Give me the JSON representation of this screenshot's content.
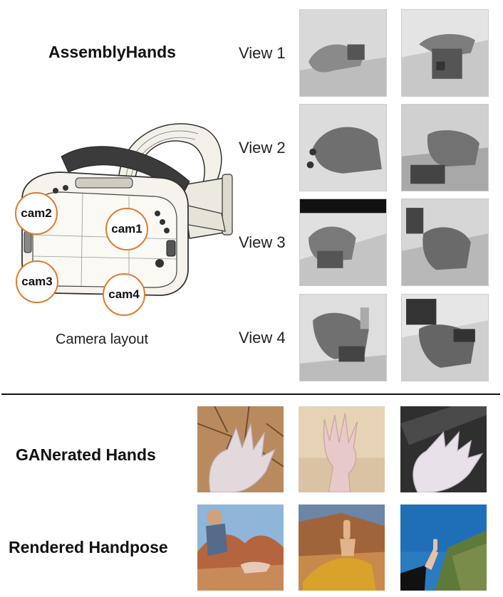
{
  "assembly": {
    "title": "AssemblyHands",
    "camera_caption": "Camera layout",
    "cameras": [
      {
        "label": "cam2"
      },
      {
        "label": "cam1"
      },
      {
        "label": "cam3"
      },
      {
        "label": "cam4"
      }
    ],
    "views": [
      {
        "label": "View 1"
      },
      {
        "label": "View 2"
      },
      {
        "label": "View 3"
      },
      {
        "label": "View 4"
      }
    ]
  },
  "ganerated": {
    "title": "GANerated Hands"
  },
  "rendered": {
    "title": "Rendered Handpose"
  },
  "colors": {
    "camera_ring": "#e07a2c",
    "divider": "#111111"
  }
}
